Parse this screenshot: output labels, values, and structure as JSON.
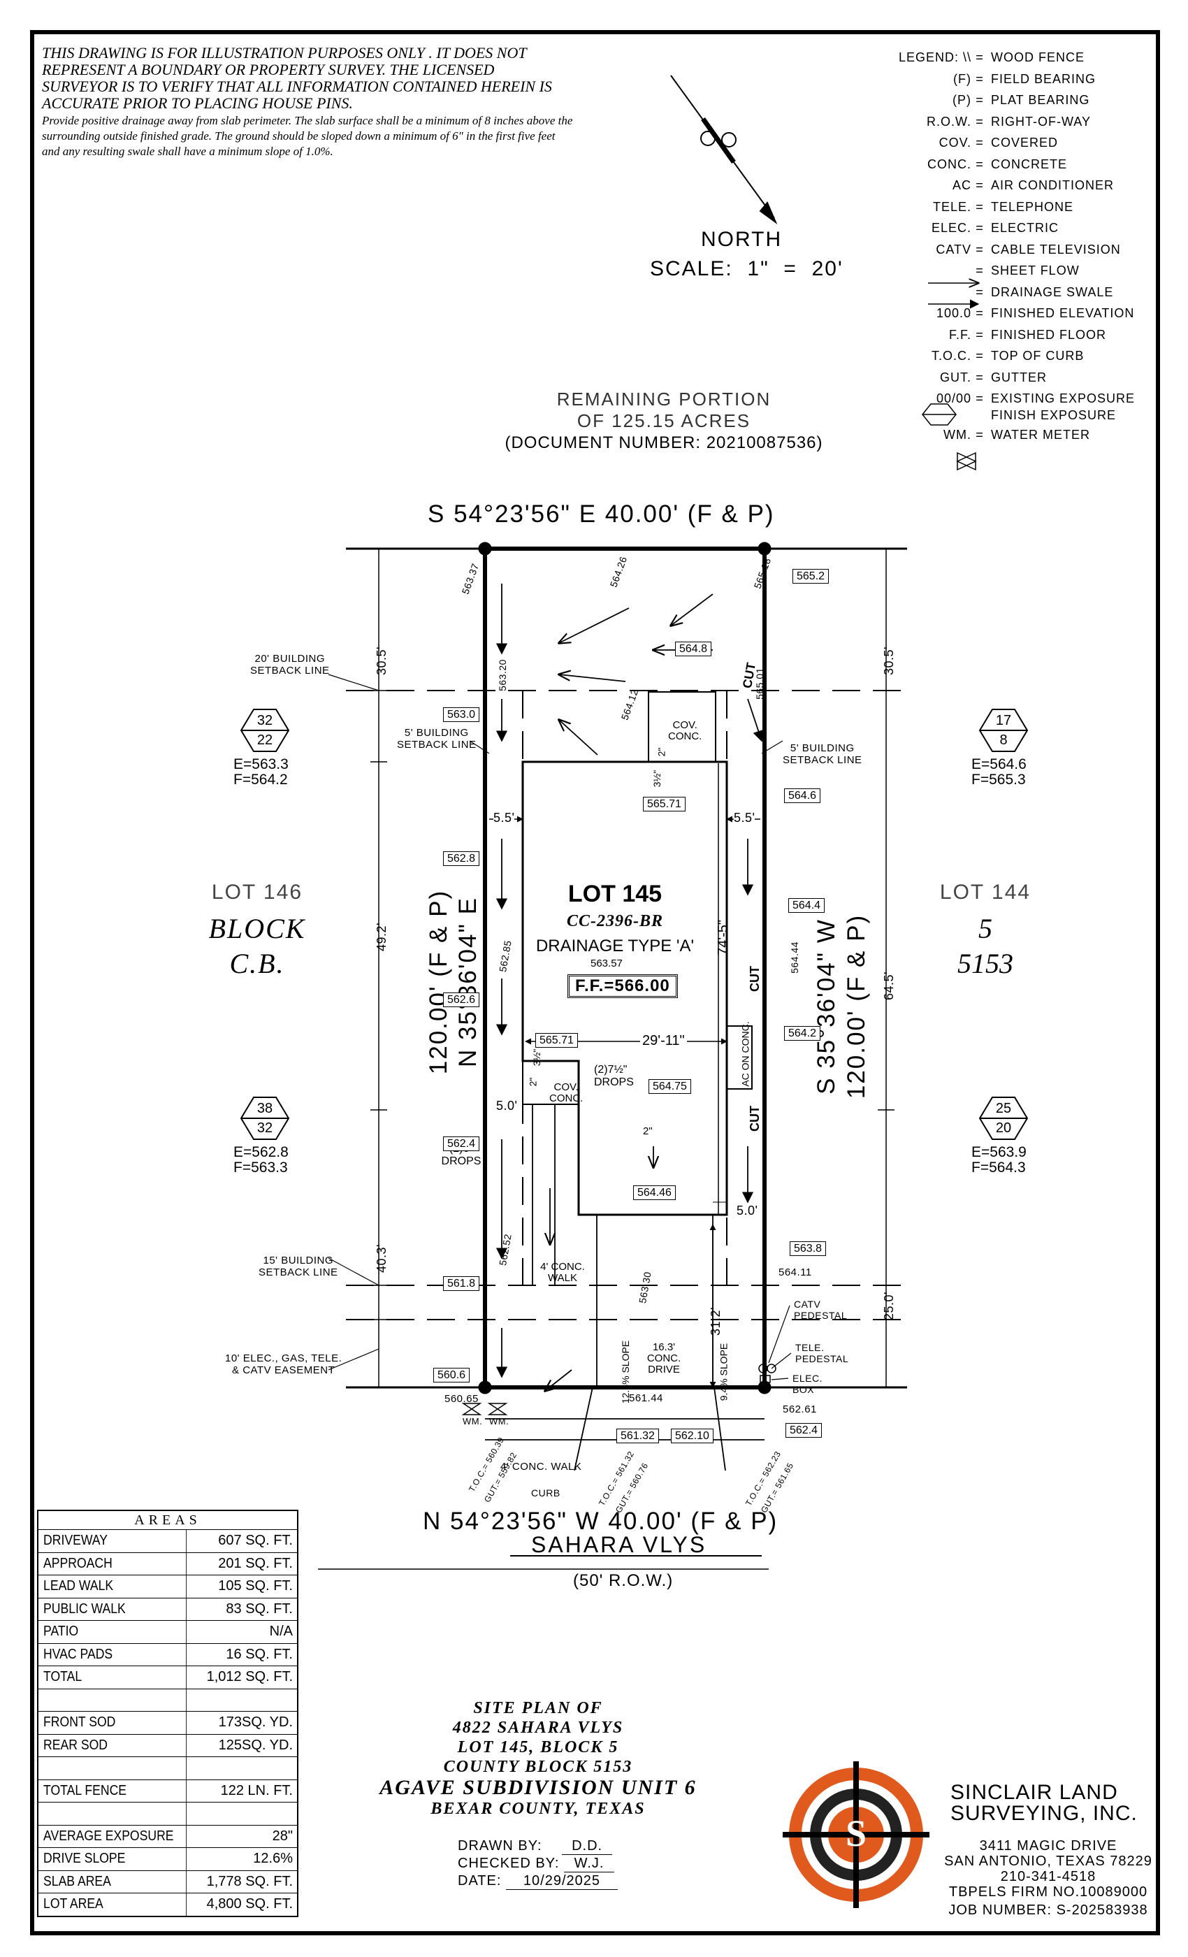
{
  "disclaimer": {
    "main": "THIS DRAWING IS FOR ILLUSTRATION PURPOSES ONLY . IT DOES NOT REPRESENT A BOUNDARY OR PROPERTY SURVEY. THE LICENSED SURVEYOR IS TO VERIFY THAT ALL INFORMATION CONTAINED HEREIN IS ACCURATE PRIOR TO PLACING HOUSE PINS.",
    "drainage": "Provide positive drainage away from slab perimeter. The slab surface shall be a minimum of 8 inches above the surrounding outside finished grade. The ground should be sloped down a minimum of 6\" in the first five feet and any resulting swale shall have a minimum slope of 1.0%."
  },
  "north": {
    "label": "NORTH",
    "scale": "SCALE:  1\"  =  20'"
  },
  "legend": [
    {
      "sym": "LEGEND:  \\\\",
      "def": "WOOD FENCE"
    },
    {
      "sym": "(F)",
      "def": "FIELD BEARING"
    },
    {
      "sym": "(P)",
      "def": "PLAT BEARING"
    },
    {
      "sym": "R.O.W.",
      "def": "RIGHT-OF-WAY"
    },
    {
      "sym": "COV.",
      "def": "COVERED"
    },
    {
      "sym": "CONC.",
      "def": "CONCRETE"
    },
    {
      "sym": "AC",
      "def": "AIR CONDITIONER"
    },
    {
      "sym": "TELE.",
      "def": "TELEPHONE"
    },
    {
      "sym": "ELEC.",
      "def": "ELECTRIC"
    },
    {
      "sym": "CATV",
      "def": "CABLE TELEVISION"
    },
    {
      "sym": "",
      "def": "SHEET FLOW"
    },
    {
      "sym": "",
      "def": "DRAINAGE SWALE"
    },
    {
      "sym": "100.0",
      "def": "FINISHED ELEVATION"
    },
    {
      "sym": "F.F.",
      "def": "FINISHED FLOOR"
    },
    {
      "sym": "T.O.C.",
      "def": "TOP OF CURB"
    },
    {
      "sym": "GUT.",
      "def": "GUTTER"
    },
    {
      "sym": "00/00",
      "def": "EXISTING EXPOSURE",
      "def2": "FINISH EXPOSURE"
    },
    {
      "sym": "WM.",
      "def": "WATER METER"
    }
  ],
  "remaining": {
    "line1": "REMAINING PORTION",
    "line2": "OF 125.15 ACRES",
    "doc": "(DOCUMENT NUMBER: 20210087536)"
  },
  "bearings": {
    "top": "S 54°23'56\" E 40.00' (F & P)",
    "bottom": "N 54°23'56\" W 40.00' (F & P)",
    "left": "N 35°36'04\" E",
    "left2": "120.00' (F & P)",
    "right": "S 35°36'04\" W",
    "right2": "120.00' (F & P)"
  },
  "street": {
    "name": "SAHARA VLYS",
    "row": "(50' R.O.W.)"
  },
  "lots": {
    "lot146": "LOT 146",
    "block_word": "BLOCK",
    "cb": "C.B.",
    "lot144": "LOT 144",
    "block_no": "5",
    "cb_no": "5153"
  },
  "house": {
    "lot": "LOT 145",
    "plan": "CC-2396-BR",
    "drainage": "DRAINAGE TYPE 'A'",
    "elev": "563.57",
    "ff": "F.F.=566.00",
    "width": "29'-11\"",
    "depth": "74'-5\"",
    "cov_conc_top": "COV.\nCONC.",
    "cov_conc_left": "COV.\nCONC.",
    "ac": "AC ON CONC.",
    "drops_r": "(2)7½\" DROPS",
    "drops_l": "(2)6\" DROPS",
    "walk4": "4' CONC. WALK",
    "drive": "16.3' CONC. DRIVE",
    "slope_l": "12.6% SLOPE",
    "slope_r": "9.4% SLOPE",
    "dim_2": "2\"",
    "dim_2b": "2\"",
    "d312a": "3½\"",
    "d312b": "3½\"",
    "d2a": "2\""
  },
  "hex": {
    "left_top": {
      "top": "32",
      "bot": "22",
      "e": "E=563.3",
      "f": "F=564.2"
    },
    "right_top": {
      "top": "17",
      "bot": "8",
      "e": "E=564.6",
      "f": "F=565.3"
    },
    "left_bot": {
      "top": "38",
      "bot": "32",
      "e": "E=562.8",
      "f": "F=563.3"
    },
    "right_bot": {
      "top": "25",
      "bot": "20",
      "e": "E=563.9",
      "f": "F=564.3"
    }
  },
  "setbacks": {
    "front20": "20' BUILDING\nSETBACK LINE",
    "side5l": "5' BUILDING\nSETBACK LINE",
    "side5r": "5' BUILDING\nSETBACK LINE",
    "rear15": "15' BUILDING\nSETBACK LINE",
    "easement": "10' ELEC., GAS, TELE.\n& CATV EASEMENT"
  },
  "dims": {
    "d305l": "30.5'",
    "d305r": "30.5'",
    "d492": "49.2'",
    "d645": "64.5'",
    "d403": "40.3'",
    "d250": "25.0'",
    "d312": "31.2'",
    "d55l": "5.5'",
    "d55r": "5.5'",
    "d50l": "5.0'",
    "d50r": "5.0'"
  },
  "elevs": {
    "e56337": "563.37",
    "e56426": "564.26",
    "e56518": "565.18",
    "e5652": "565.2",
    "e5648": "564.8",
    "e56501": "565.01",
    "e56320": "563.20",
    "e5630": "563.0",
    "e56412": "564.12",
    "e56571a": "565.71",
    "e5646": "564.6",
    "e5628": "562.8",
    "e5644": "564.4",
    "e56444": "564.44",
    "e56285": "562.85",
    "e5626": "562.6",
    "e5642": "564.2",
    "e56571b": "565.71",
    "e56475": "564.75",
    "e5624": "562.4",
    "e56446": "564.46",
    "e56252": "562.52",
    "e5638": "563.8",
    "e56411": "564.11",
    "e5618": "561.8",
    "e56330": "563.30",
    "e5606": "560.6",
    "e56065": "560.65",
    "e56144": "561.44",
    "e56261": "562.61",
    "e5624b": "562.4",
    "e56132": "561.32",
    "e56210": "562.10"
  },
  "curb": {
    "walk": "4' CONC. WALK",
    "curb": "CURB",
    "toc1": "T.O.C.= 560.39",
    "gut1": "GUT.= 559.82",
    "toc2": "T.O.C.= 561.32",
    "gut2": "GUT.= 560.76",
    "toc3": "T.O.C.= 562.23",
    "gut3": "GUT.= 561.65"
  },
  "utilities": {
    "catv": "CATV\nPEDESTAL",
    "tele": "TELE.\nPEDESTAL",
    "elec": "ELEC.\nBOX",
    "wm1": "WM.",
    "wm2": "WM."
  },
  "cut": "CUT",
  "areas": {
    "header": "AREAS",
    "rows": [
      {
        "k": "DRIVEWAY",
        "v": "607 SQ. FT."
      },
      {
        "k": "APPROACH",
        "v": "201 SQ. FT."
      },
      {
        "k": "LEAD WALK",
        "v": "105 SQ. FT."
      },
      {
        "k": "PUBLIC WALK",
        "v": "83 SQ. FT."
      },
      {
        "k": "PATIO",
        "v": "N/A"
      },
      {
        "k": "HVAC PADS",
        "v": "16 SQ. FT."
      },
      {
        "k": "TOTAL",
        "v": "1,012 SQ. FT."
      },
      {
        "k": "",
        "v": ""
      },
      {
        "k": "FRONT SOD",
        "v": "173SQ. YD."
      },
      {
        "k": "REAR SOD",
        "v": "125SQ. YD."
      },
      {
        "k": "",
        "v": ""
      },
      {
        "k": "TOTAL FENCE",
        "v": "122 LN. FT."
      },
      {
        "k": "",
        "v": ""
      },
      {
        "k": "AVERAGE EXPOSURE",
        "v": "28\""
      },
      {
        "k": "DRIVE SLOPE",
        "v": "12.6%"
      },
      {
        "k": "SLAB AREA",
        "v": "1,778 SQ. FT."
      },
      {
        "k": "LOT AREA",
        "v": "4,800 SQ. FT."
      }
    ]
  },
  "title_block": {
    "l1": "SITE PLAN OF",
    "l2": "4822 SAHARA VLYS",
    "l3": "LOT 145, BLOCK 5",
    "l4": "COUNTY BLOCK 5153",
    "l5": "AGAVE SUBDIVISION UNIT 6",
    "l6": "BEXAR COUNTY, TEXAS"
  },
  "drawn": {
    "drawn_k": "DRAWN BY:",
    "drawn_v": "D.D.",
    "checked_k": "CHECKED BY:",
    "checked_v": "W.J.",
    "date_k": "DATE:",
    "date_v": "10/29/2025"
  },
  "company": {
    "name1": "SINCLAIR LAND",
    "name2": "SURVEYING, INC.",
    "addr1": "3411 MAGIC DRIVE",
    "addr2": "SAN ANTONIO, TEXAS 78229",
    "phone": "210-341-4518",
    "firm": "TBPELS FIRM NO.10089000",
    "job": "JOB NUMBER:   S-202583938",
    "logo_letter": "S",
    "logo_orange": "#e05a1e"
  }
}
